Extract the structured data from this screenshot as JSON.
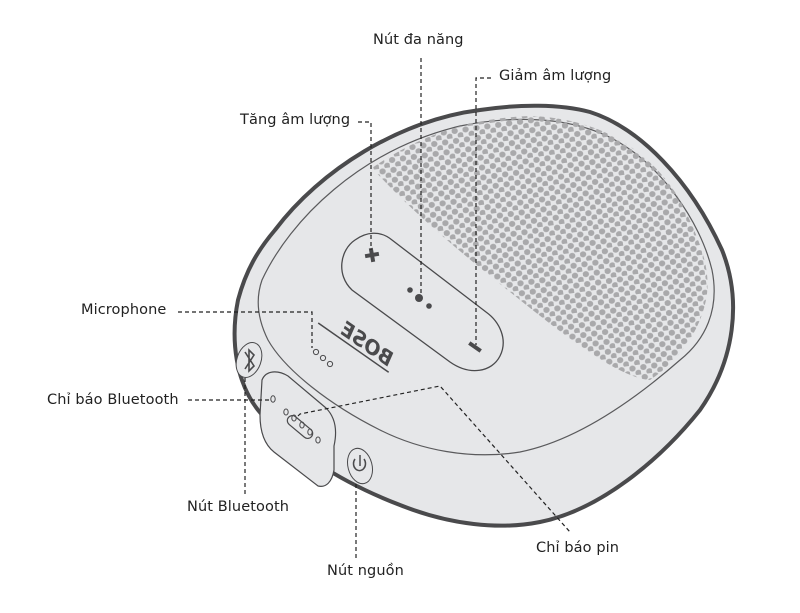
{
  "diagram": {
    "subject": "Bose speaker with labelled controls",
    "brand_logo": "BOSE",
    "colors": {
      "body_fill": "#e6e7e9",
      "outline": "#4a4a4c",
      "grille_dots": "#a9a9ab",
      "leader_lines": "#222222",
      "label_text": "#222222"
    },
    "labels": {
      "multifunction": "Nút đa năng",
      "volume_down": "Giảm âm lượng",
      "volume_up": "Tăng âm lượng",
      "microphone": "Microphone",
      "bluetooth_indicator": "Chỉ báo Bluetooth",
      "bluetooth_button": "Nút Bluetooth",
      "power_button": "Nút nguồn",
      "battery_indicator": "Chỉ báo pin"
    },
    "icons": {
      "volume_up": "plus-icon",
      "volume_down": "minus-icon",
      "multifunction": "three-dots-icon",
      "bluetooth": "bluetooth-icon",
      "power": "power-icon"
    }
  }
}
